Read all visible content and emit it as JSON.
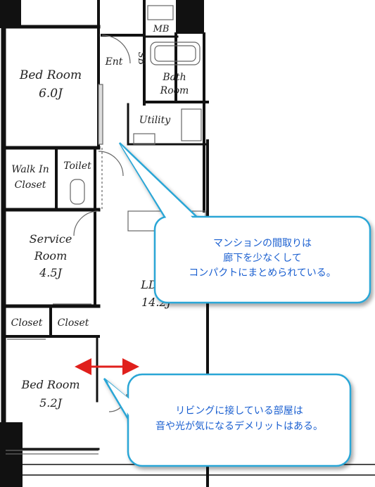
{
  "rooms": {
    "bed_room_1": {
      "name": "Bed Room",
      "size": "6.0J"
    },
    "ent": "Ent",
    "sb": "SB",
    "mb": "MB",
    "bath": {
      "line1": "Bath",
      "line2": "Room"
    },
    "utility": "Utility",
    "walk_in_closet": {
      "line1": "Walk In",
      "line2": "Closet"
    },
    "toilet": "Toilet",
    "service_room": {
      "line1": "Service",
      "line2": "Room",
      "size": "4.5J"
    },
    "ldk": {
      "name": "LD",
      "size": "14.2J"
    },
    "closet_left": "Closet",
    "closet_right": "Closet",
    "bed_room_2": {
      "name": "Bed Room",
      "size": "5.2J"
    }
  },
  "callouts": {
    "top": {
      "line1": "マンションの間取りは",
      "line2": "廊下を少なくして",
      "line3": "コンパクトにまとめられている。"
    },
    "bottom": {
      "line1": "リビングに接している部屋は",
      "line2": "音や光が気になるデメリットはある。"
    }
  },
  "colors": {
    "wall": "#111111",
    "callout_border": "#2aa6d6",
    "callout_text": "#1a5fd0",
    "arrow": "#e0201c"
  }
}
